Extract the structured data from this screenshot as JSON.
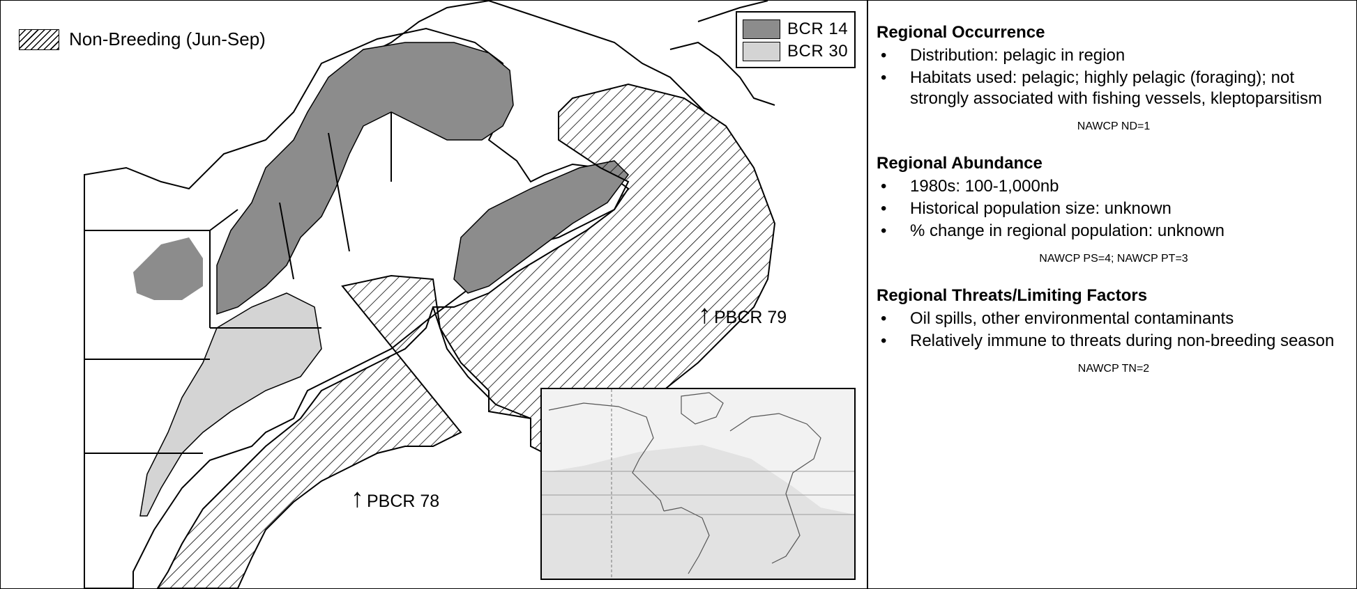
{
  "map": {
    "nonbreeding_legend": "Non-Breeding (Jun-Sep)",
    "legend": [
      {
        "label": "BCR 14",
        "color": "#8c8c8c"
      },
      {
        "label": "BCR 30",
        "color": "#d4d4d4"
      }
    ],
    "labels": {
      "pbcr_79": "PBCR 79",
      "pbcr_78": "PBCR 78"
    },
    "arrow_glyph": "↑",
    "colors": {
      "bcr14": "#8c8c8c",
      "bcr30": "#d4d4d4",
      "hatch": "#000000",
      "inset_ocean": "#f2f2f2",
      "inset_range": "#dcdcdc"
    }
  },
  "info": {
    "sections": [
      {
        "title": "Regional Occurrence",
        "items": [
          "Distribution: pelagic in region",
          "Habitats used: pelagic; highly pelagic (foraging); not strongly associated with fishing vessels, kleptoparsitism"
        ],
        "code": "NAWCP ND=1"
      },
      {
        "title": "Regional Abundance",
        "items": [
          "1980s: 100-1,000nb",
          "Historical population size: unknown",
          "% change in regional population: unknown"
        ],
        "code": "NAWCP PS=4; NAWCP PT=3"
      },
      {
        "title": "Regional Threats/Limiting Factors",
        "items": [
          "Oil spills, other environmental contaminants",
          "Relatively immune to threats during non-breeding season"
        ],
        "code": "NAWCP TN=2"
      }
    ]
  }
}
